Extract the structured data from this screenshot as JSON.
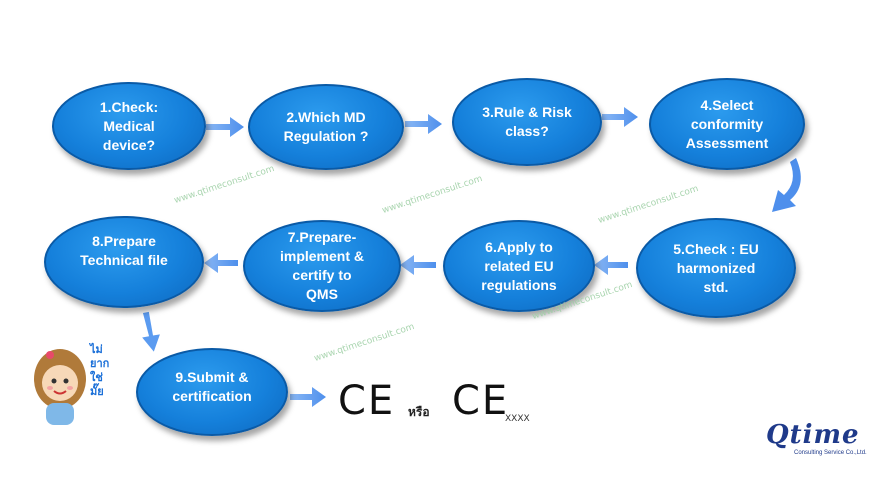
{
  "steps": [
    {
      "id": "step-1",
      "label": "1.Check:\nMedical\ndevice?"
    },
    {
      "id": "step-2",
      "label": "2.Which MD\nRegulation ?"
    },
    {
      "id": "step-3",
      "label": "3.Rule & Risk\nclass?"
    },
    {
      "id": "step-4",
      "label": "4.Select\nconformity\nAssessment"
    },
    {
      "id": "step-5",
      "label": "5.Check : EU\nharmonized\nstd."
    },
    {
      "id": "step-6",
      "label": "6.Apply to\nrelated EU\nregulations"
    },
    {
      "id": "step-7",
      "label": "7.Prepare-\nimplement &\ncertify to\nQMS"
    },
    {
      "id": "step-8",
      "label": "8.Prepare\nTechnical file"
    },
    {
      "id": "step-9",
      "label": "9.Submit &\ncertification"
    }
  ],
  "watermark": "www.qtimeconsult.com",
  "ce_mark": "CE",
  "or_text": "หรือ",
  "ce_suffix": "XXXX",
  "mascot_text": "ไม่ยาก\nใช่มั๊ย",
  "logo": {
    "word": "Qtime",
    "subtitle": "Consulting Service Co.,Ltd."
  },
  "colors": {
    "ellipse": "#1580db",
    "arrow": "#5b9bf0",
    "logo": "#1f3a8a"
  }
}
